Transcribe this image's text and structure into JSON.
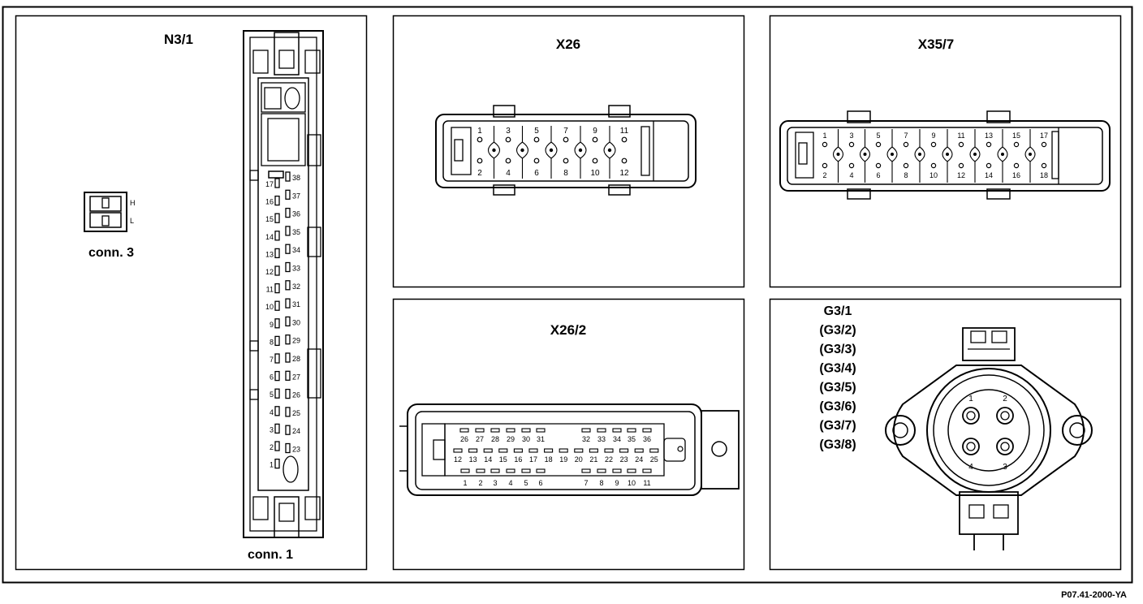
{
  "diagram": {
    "reference_code": "P07.41-2000-YA",
    "n3_1": {
      "title": "N3/1",
      "conn1_label": "conn. 1",
      "conn3_label": "conn. 3",
      "conn3_pins": [
        "H",
        "L"
      ],
      "left_pins": [
        "17",
        "16",
        "15",
        "14",
        "13",
        "12",
        "11",
        "10",
        "9",
        "8",
        "7",
        "6",
        "5",
        "4",
        "3",
        "2",
        "1"
      ],
      "right_pins": [
        "38",
        "37",
        "36",
        "35",
        "34",
        "33",
        "32",
        "31",
        "30",
        "29",
        "28",
        "27",
        "26",
        "25",
        "24",
        "23"
      ]
    },
    "x26": {
      "title": "X26",
      "top_pins": [
        "1",
        "3",
        "5",
        "7",
        "9",
        "11"
      ],
      "bottom_pins": [
        "2",
        "4",
        "6",
        "8",
        "10",
        "12"
      ]
    },
    "x35_7": {
      "title": "X35/7",
      "top_pins": [
        "1",
        "3",
        "5",
        "7",
        "9",
        "11",
        "13",
        "15",
        "17"
      ],
      "bottom_pins": [
        "2",
        "4",
        "6",
        "8",
        "10",
        "12",
        "14",
        "16",
        "18"
      ]
    },
    "x26_2": {
      "title": "X26/2",
      "row1_left": [
        "26",
        "27",
        "28",
        "29",
        "30",
        "31"
      ],
      "row1_right": [
        "32",
        "33",
        "34",
        "35",
        "36"
      ],
      "row2": [
        "12",
        "13",
        "14",
        "15",
        "16",
        "17",
        "18",
        "19",
        "20",
        "21",
        "22",
        "23",
        "24",
        "25"
      ],
      "row3_left": [
        "1",
        "2",
        "3",
        "4",
        "5",
        "6"
      ],
      "row3_right": [
        "7",
        "8",
        "9",
        "10",
        "11"
      ]
    },
    "g3_1": {
      "labels": [
        "G3/1",
        "(G3/2)",
        "(G3/3)",
        "(G3/4)",
        "(G3/5)",
        "(G3/6)",
        "(G3/7)",
        "(G3/8)"
      ],
      "pins": [
        "1",
        "2",
        "4",
        "3"
      ]
    }
  }
}
